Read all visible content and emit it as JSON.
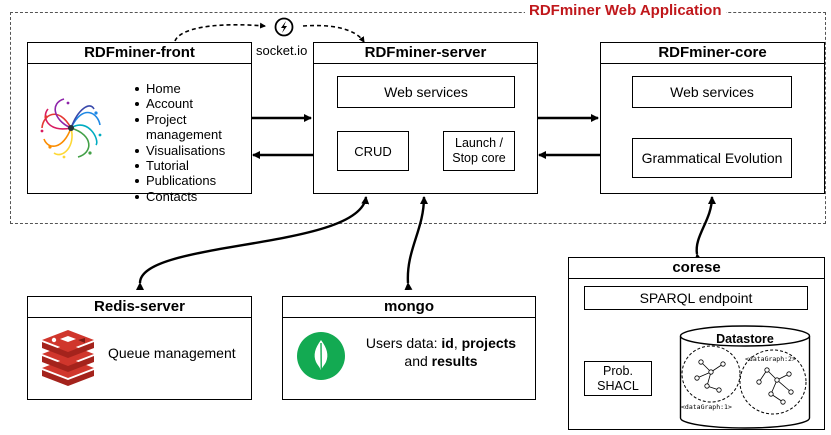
{
  "app_title": "RDFminer Web Application",
  "socket_label": "socket.io",
  "front": {
    "title": "RDFminer-front",
    "menu": [
      "Home",
      "Account",
      "Project management",
      "Visualisations",
      "Tutorial",
      "Publications",
      "Contacts"
    ]
  },
  "server": {
    "title": "RDFminer-server",
    "web_services": "Web services",
    "crud": "CRUD",
    "launch_stop": [
      "Launch /",
      "Stop core"
    ]
  },
  "core": {
    "title": "RDFminer-core",
    "web_services": "Web services",
    "ge": "Grammatical Evolution"
  },
  "redis": {
    "title": "Redis-server",
    "queue": "Queue management"
  },
  "mongo": {
    "title": "mongo",
    "line1_prefix": "Users data: ",
    "line1_b1": "id",
    "line1_sep": ", ",
    "line1_b2": "projects",
    "line2_prefix": "and ",
    "line2_b": "results"
  },
  "corese": {
    "title": "corese",
    "sparql": "SPARQL endpoint",
    "datastore": "Datastore",
    "prob_shacl": [
      "Prob.",
      "SHACL"
    ],
    "graph1": "<dataGraph:1>",
    "graph2": "<dataGraph:2>"
  },
  "colors": {
    "accent": "#c0171b",
    "redis": "#d0362c",
    "mongo": "#13aa52"
  }
}
